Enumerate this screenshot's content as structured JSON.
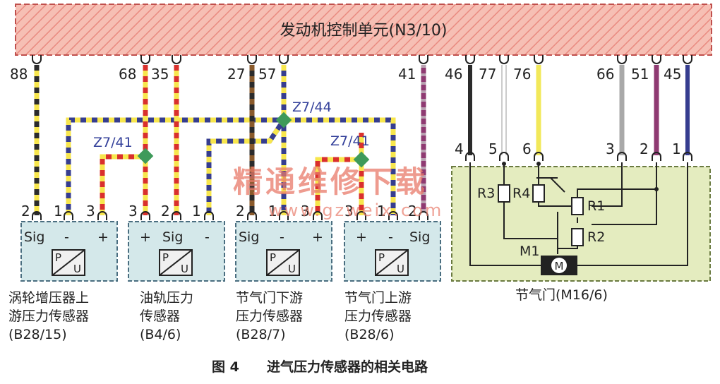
{
  "ecu": {
    "label": "发动机控制单元(N3/10)"
  },
  "ecu_pins": [
    "88",
    "68",
    "35",
    "27",
    "57",
    "41",
    "46",
    "77",
    "76",
    "66",
    "51",
    "45"
  ],
  "splices": {
    "s1": "Z7/41",
    "s2": "Z7/44",
    "s3": "Z7/41"
  },
  "sensors": [
    {
      "pins": [
        "2",
        "1",
        "3"
      ],
      "terms": [
        "Sig",
        "-",
        "+"
      ],
      "name1": "涡轮增压器上",
      "name2": "游压力传感器",
      "code": "(B28/15)"
    },
    {
      "pins": [
        "3",
        "2",
        "1"
      ],
      "terms": [
        "+",
        "Sig",
        "-"
      ],
      "name1": "油轨压力",
      "name2": "传感器",
      "code": "(B4/6)"
    },
    {
      "pins": [
        "2",
        "1",
        "3"
      ],
      "terms": [
        "Sig",
        "-",
        "+"
      ],
      "name1": "节气门下游",
      "name2": "压力传感器",
      "code": "(B28/7)"
    },
    {
      "pins": [
        "3",
        "1",
        "2"
      ],
      "terms": [
        "+",
        "-",
        "Sig"
      ],
      "name1": "节气门上游",
      "name2": "压力传感器",
      "code": "(B28/6)"
    }
  ],
  "pu_text": {
    "p": "P",
    "u": "U"
  },
  "throttle": {
    "pins": [
      "4",
      "5",
      "6",
      "3",
      "2",
      "1"
    ],
    "r1": "R1",
    "r2": "R2",
    "r3": "R3",
    "r4": "R4",
    "m1": "M1",
    "motor": "M",
    "name": "节气门(M16/6)"
  },
  "watermark": {
    "cn": "精通维修下载",
    "url": "www.gzweix.com"
  },
  "caption": {
    "fig": "图 4",
    "text": "进气压力传感器的相关电路"
  },
  "colors": {
    "ecu_fill": "#f6bfb4",
    "ecu_hatch": "#e98a80",
    "ecu_border": "#c0504d",
    "box_fill": "#d4e8ea",
    "throttle_fill": "#e4ecbf",
    "yellow": "#f7e64d",
    "black": "#2b2b2b",
    "red": "#d9302c",
    "blue": "#363d8f",
    "purple": "#8f3a72",
    "grey": "#a9a9a9",
    "splice": "#3e9a5a",
    "watermark": "#e87a6a"
  }
}
